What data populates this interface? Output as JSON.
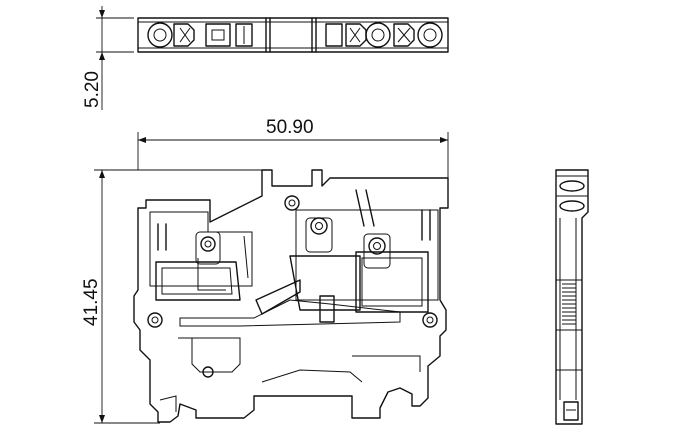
{
  "dimensions": {
    "thickness": "5.20",
    "width": "50.90",
    "height": "41.45"
  }
}
